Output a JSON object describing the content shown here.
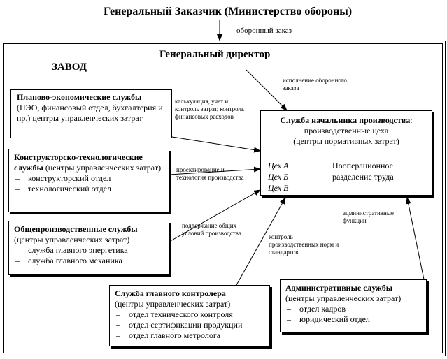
{
  "customer": {
    "title": "Генеральный Заказчик (Министерство обороны)",
    "order_label": "оборонный заказ"
  },
  "plant": {
    "name": "ЗАВОД",
    "director": "Генеральный директор",
    "director_label": "исполнение оборонного заказа"
  },
  "planning": {
    "title": "Планово-экономические службы",
    "text": " (ПЭО, финансовый отдел, бухгалтерия и пр.) центры управленческих затрат",
    "label": "калькуляция, учет и контроль затрат, контроль финансовых расходов"
  },
  "design": {
    "title": "Конструкторско-технологические службы",
    "text": " (центры управленческих затрат)",
    "items": [
      "конструкторский отдел",
      "технологический отдел"
    ],
    "label": "проектирование и технология производства"
  },
  "general": {
    "title": "Общепроизводственные службы",
    "text": "(центры управленческих затрат)",
    "items": [
      "служба главного энергетика",
      "служба главного механика"
    ],
    "label": "поддержание общих условий производства"
  },
  "production": {
    "title": "Служба начальника производства",
    "colon": ":",
    "line2": "производственные цеха",
    "line3": "(центры нормативных затрат)",
    "shops": [
      "Цех А",
      "Цех Б",
      "Цех В"
    ],
    "desc": "Пооперационное разделение труда"
  },
  "control": {
    "title": "Служба главного контролера",
    "text": "(центры управленческих затрат)",
    "items": [
      "отдел технического контроля",
      "отдел сертификации продукции",
      "отдел главного метролога"
    ],
    "label": "контроль производственных норм и стандартов"
  },
  "admin": {
    "title": "Административные службы",
    "text": "(центры управленческих затрат)",
    "items": [
      "отдел кадров",
      "юридический отдел"
    ],
    "label": "административные функции"
  }
}
